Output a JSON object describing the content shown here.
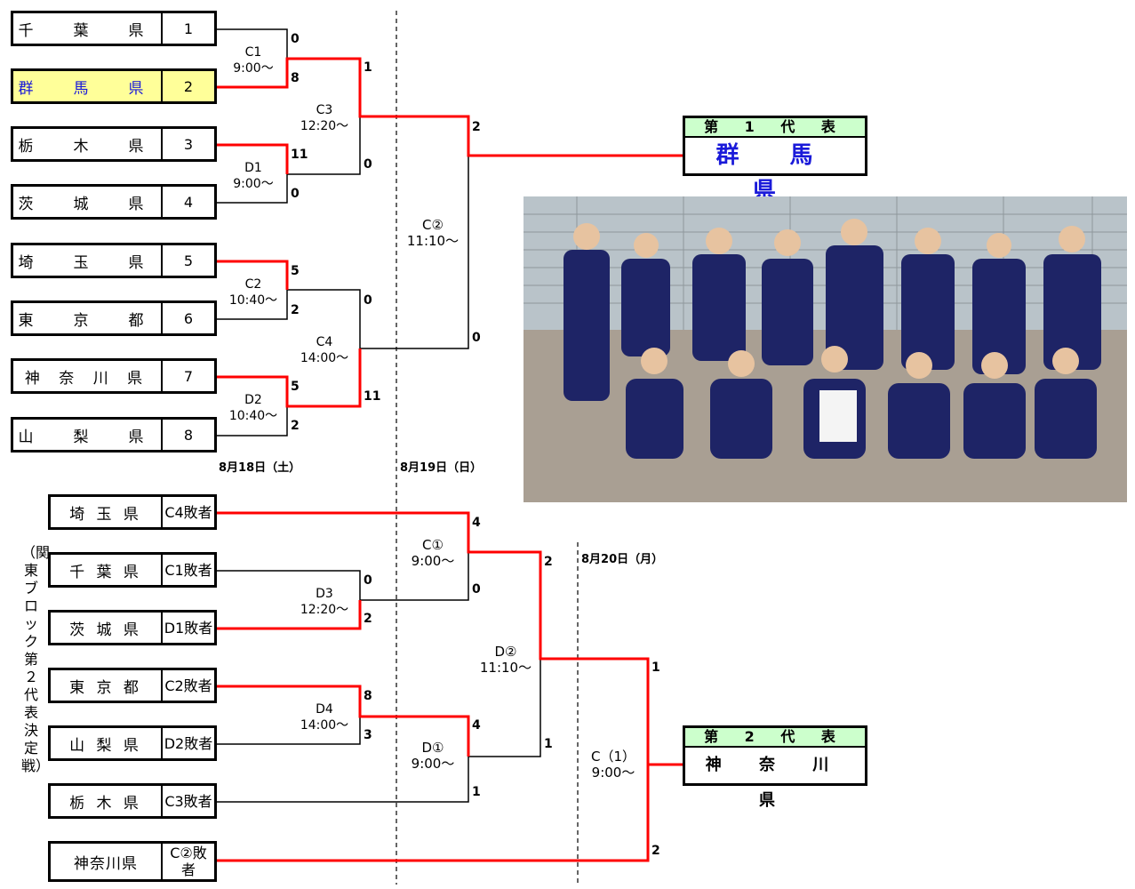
{
  "upper_teams": [
    {
      "name": "千　葉　県",
      "seed": "1"
    },
    {
      "name": "群　馬　県",
      "seed": "2"
    },
    {
      "name": "栃　木　県",
      "seed": "3"
    },
    {
      "name": "茨　城　県",
      "seed": "4"
    },
    {
      "name": "埼　玉　県",
      "seed": "5"
    },
    {
      "name": "東　京　都",
      "seed": "6"
    },
    {
      "name": "神 奈 川 県",
      "seed": "7"
    },
    {
      "name": "山　梨　県",
      "seed": "8"
    }
  ],
  "lower_teams": [
    {
      "name": "埼 玉 県",
      "slot": "C4敗者"
    },
    {
      "name": "千 葉 県",
      "slot": "C1敗者"
    },
    {
      "name": "茨 城 県",
      "slot": "D1敗者"
    },
    {
      "name": "東 京 都",
      "slot": "C2敗者"
    },
    {
      "name": "山 梨 県",
      "slot": "D2敗者"
    },
    {
      "name": "栃 木 県",
      "slot": "C3敗者"
    },
    {
      "name": "神奈川県",
      "slot": "C②敗者"
    }
  ],
  "matches": {
    "c1": {
      "name": "C1",
      "time": "9:00～"
    },
    "d1": {
      "name": "D1",
      "time": "9:00～"
    },
    "c2": {
      "name": "C2",
      "time": "10:40～"
    },
    "d2": {
      "name": "D2",
      "time": "10:40～"
    },
    "c3": {
      "name": "C3",
      "time": "12:20～"
    },
    "c4": {
      "name": "C4",
      "time": "14:00～"
    },
    "c_final": {
      "name": "C②",
      "time": "11:10～"
    },
    "c_one": {
      "name": "C①",
      "time": "9:00～"
    },
    "d3": {
      "name": "D3",
      "time": "12:20～"
    },
    "d4": {
      "name": "D4",
      "time": "14:00～"
    },
    "d_one": {
      "name": "D①",
      "time": "9:00～"
    },
    "d_two": {
      "name": "D②",
      "time": "11:10～"
    },
    "c_paren": {
      "name": "C（1）",
      "time": "9:00～"
    }
  },
  "scores": {
    "c1_top": "0",
    "c1_bot": "8",
    "d1_top": "11",
    "d1_bot": "0",
    "c2_top": "5",
    "c2_bot": "2",
    "d2_top": "5",
    "d2_bot": "2",
    "c3_top": "1",
    "c3_bot": "0",
    "c4_top": "0",
    "c4_bot": "11",
    "cf_top": "2",
    "cf_bot": "0",
    "d3_top": "0",
    "d3_bot": "2",
    "d4_top": "8",
    "d4_bot": "3",
    "c1b_top": "4",
    "c1b_bot": "0",
    "d1b_top": "4",
    "d1b_bot": "1",
    "d2b_top": "2",
    "d2b_bot": "1",
    "cp_top": "1",
    "cp_bot": "2"
  },
  "dates": {
    "day1": "8月18日（土）",
    "day2": "8月19日（日）",
    "day3": "8月20日（月）"
  },
  "rep1": {
    "header": "第 1 代 表",
    "name": "群 馬 県"
  },
  "rep2": {
    "header": "第 2 代 表",
    "name": "神 奈 川 県"
  },
  "side_label": "（関東ブロック 第２代表決定戦）",
  "colors": {
    "winner_line": "#ff0000",
    "highlight": "#ffff99",
    "rep_header": "#ccffcc",
    "rep1_name": "#1a1ad9"
  }
}
